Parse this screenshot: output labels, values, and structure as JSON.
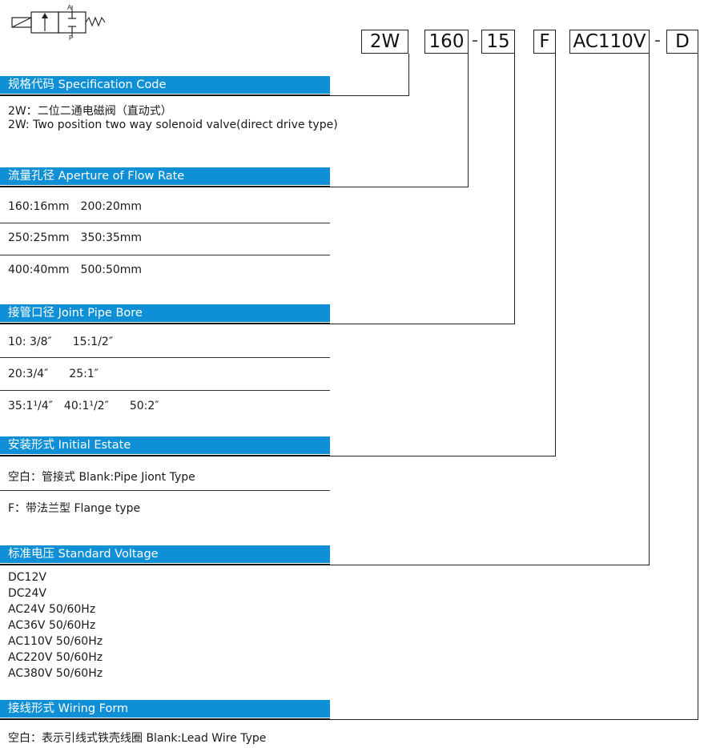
{
  "code_parts": [
    "2W",
    "160",
    "15",
    "F",
    "AC110V",
    "D"
  ],
  "code_separators": [
    "-",
    "-"
  ],
  "symbol": {
    "label_top": "A",
    "label_bottom": "P"
  },
  "sections": {
    "spec": {
      "title": "规格代码 Specification Code",
      "lines": [
        "2W：二位二通电磁阀（直动式）",
        "2W: Two position two way solenoid valve(direct drive type)"
      ]
    },
    "aperture": {
      "title": "流量孔径 Aperture of Flow Rate",
      "rows": [
        [
          "160:16mm",
          "200:20mm"
        ],
        [
          "250:25mm",
          "350:35mm"
        ],
        [
          "400:40mm",
          "500:50mm"
        ]
      ]
    },
    "bore": {
      "title": "接管口径 Joint Pipe Bore",
      "rows": [
        [
          "10: 3/8″",
          "15:1/2″"
        ],
        [
          "20:3/4″",
          "25:1″"
        ],
        [
          "35:1¹/4″",
          "40:1¹/2″",
          "50:2″"
        ]
      ]
    },
    "estate": {
      "title": "安装形式 Initial Estate",
      "rows": [
        "空白：管接式 Blank:Pipe Jiont Type",
        "F：带法兰型 Flange type"
      ]
    },
    "voltage": {
      "title": "标准电压 Standard Voltage",
      "lines": [
        "DC12V",
        "DC24V",
        "AC24V  50/60Hz",
        "AC36V  50/60Hz",
        "AC110V  50/60Hz",
        "AC220V  50/60Hz",
        "AC380V  50/60Hz"
      ]
    },
    "wiring": {
      "title": "接线形式 Wiring Form",
      "rows": [
        "空白：表示引线式铁壳线圈 Blank:Lead Wire Type"
      ]
    }
  }
}
